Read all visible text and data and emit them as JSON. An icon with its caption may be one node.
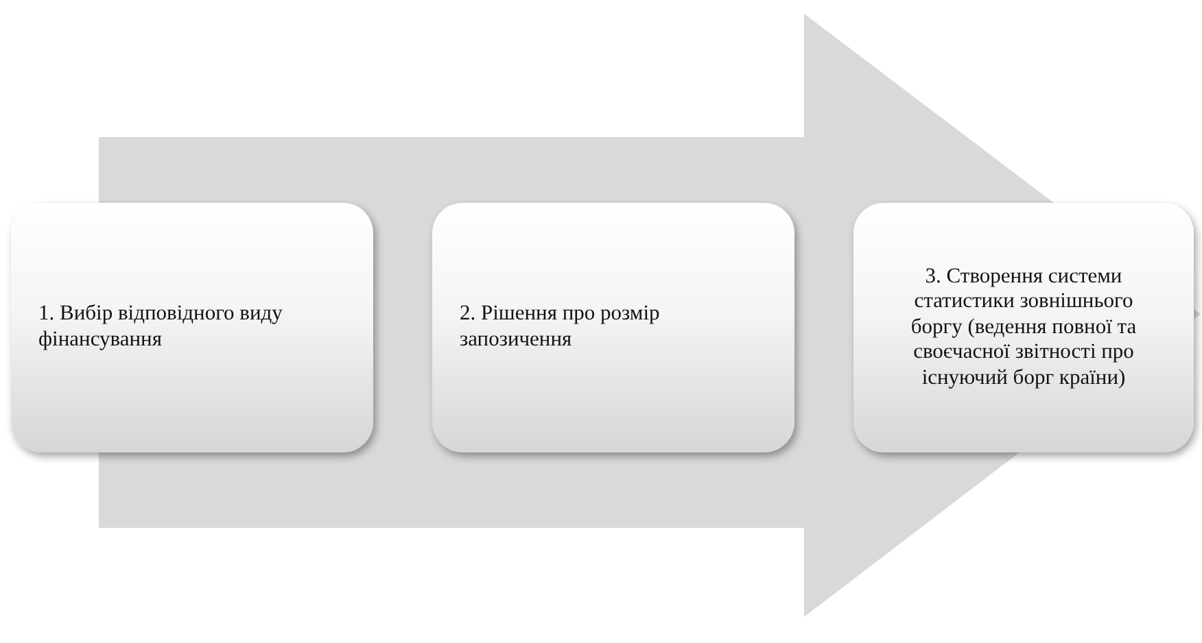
{
  "diagram": {
    "nodes": [
      {
        "text": [
          "1. Вибір відповідного виду фінансування"
        ]
      },
      {
        "text": [
          "2. Рішення про розмір запозичення"
        ]
      },
      {
        "text": [
          "3. Створення системи статистики зовнішнього боргу (ведення повної та своєчасної звітності про існуючий борг країни)"
        ]
      }
    ],
    "edges": [
      {
        "from": 0,
        "to": 2,
        "arrow": "to"
      }
    ]
  }
}
